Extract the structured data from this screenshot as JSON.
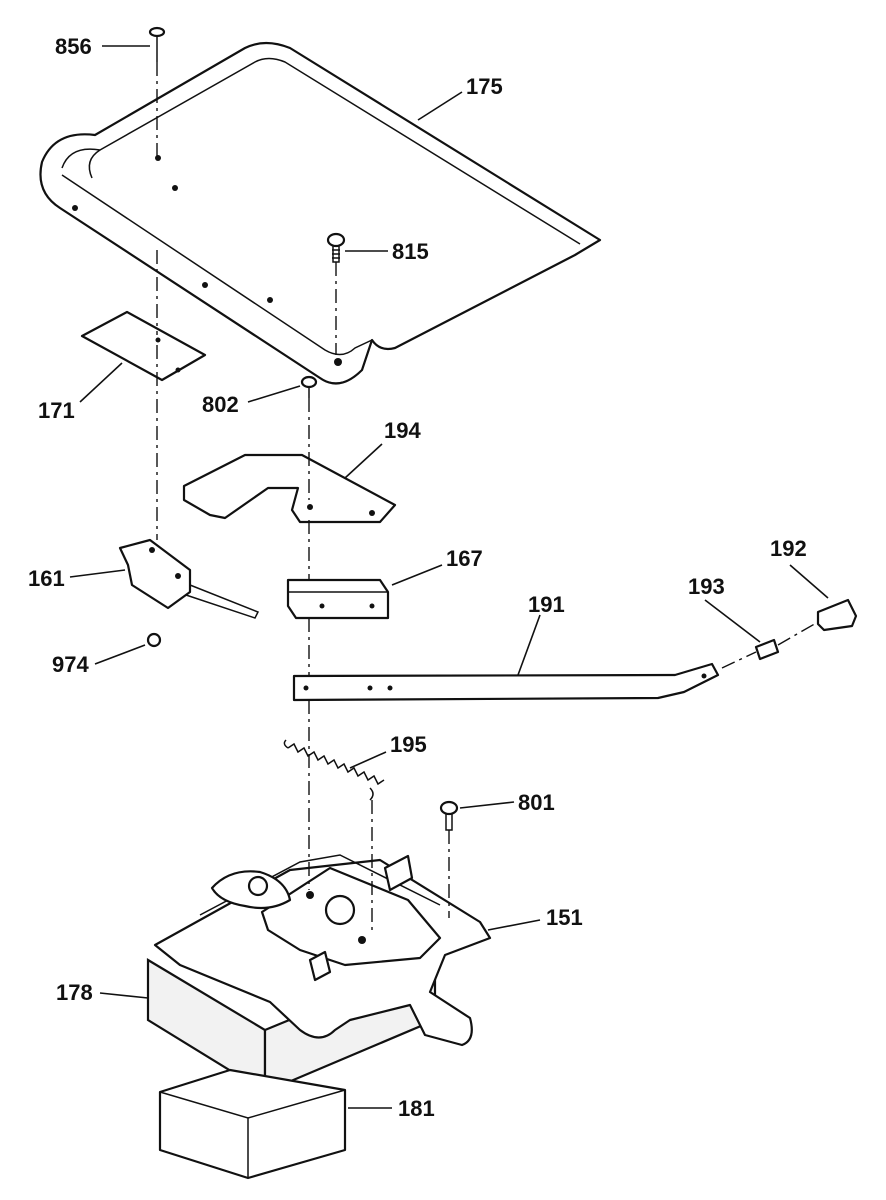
{
  "callouts": {
    "c856": "856",
    "c175": "175",
    "c815": "815",
    "c171": "171",
    "c802": "802",
    "c194": "194",
    "c161": "161",
    "c167": "167",
    "c192": "192",
    "c193": "193",
    "c191": "191",
    "c974": "974",
    "c195": "195",
    "c801": "801",
    "c151": "151",
    "c178": "178",
    "c181": "181"
  },
  "colors": {
    "ink": "#111111",
    "paper": "#ffffff"
  }
}
